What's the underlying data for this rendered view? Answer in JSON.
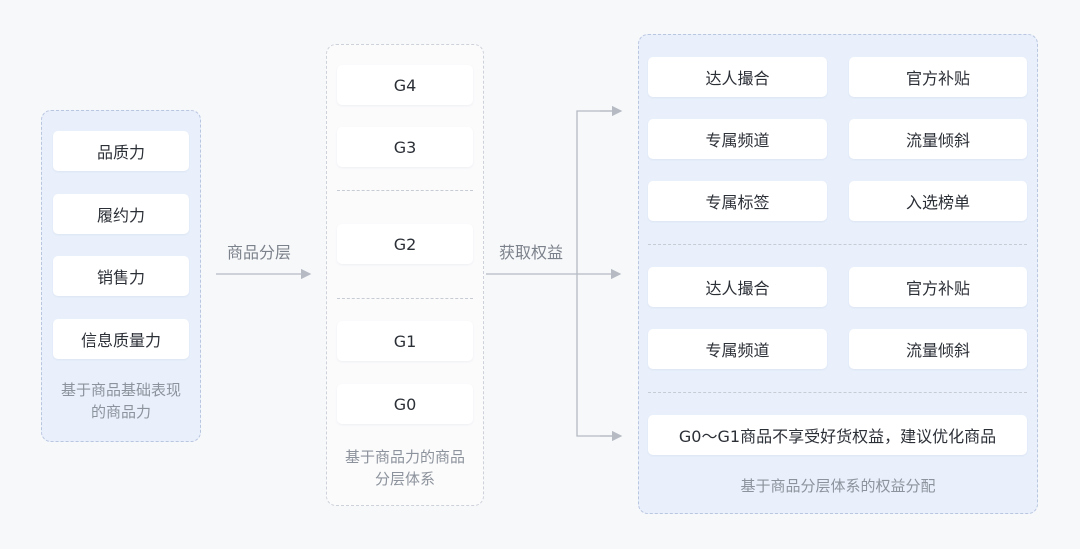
{
  "left_panel": {
    "items": [
      "品质力",
      "履约力",
      "销售力",
      "信息质量力"
    ],
    "caption_line1": "基于商品基础表现",
    "caption_line2": "的商品力"
  },
  "arrow1_label": "商品分层",
  "middle_panel": {
    "tiers": [
      "G4",
      "G3",
      "G2",
      "G1",
      "G0"
    ],
    "caption_line1": "基于商品力的商品",
    "caption_line2": "分层体系"
  },
  "arrow2_label": "获取权益",
  "right_panel": {
    "group1": [
      "达人撮合",
      "官方补贴",
      "专属频道",
      "流量倾斜",
      "专属标签",
      "入选榜单"
    ],
    "group2": [
      "达人撮合",
      "官方补贴",
      "专属频道",
      "流量倾斜"
    ],
    "group3": "G0～G1商品不享受好货权益，建议优化商品",
    "caption": "基于商品分层体系的权益分配"
  }
}
